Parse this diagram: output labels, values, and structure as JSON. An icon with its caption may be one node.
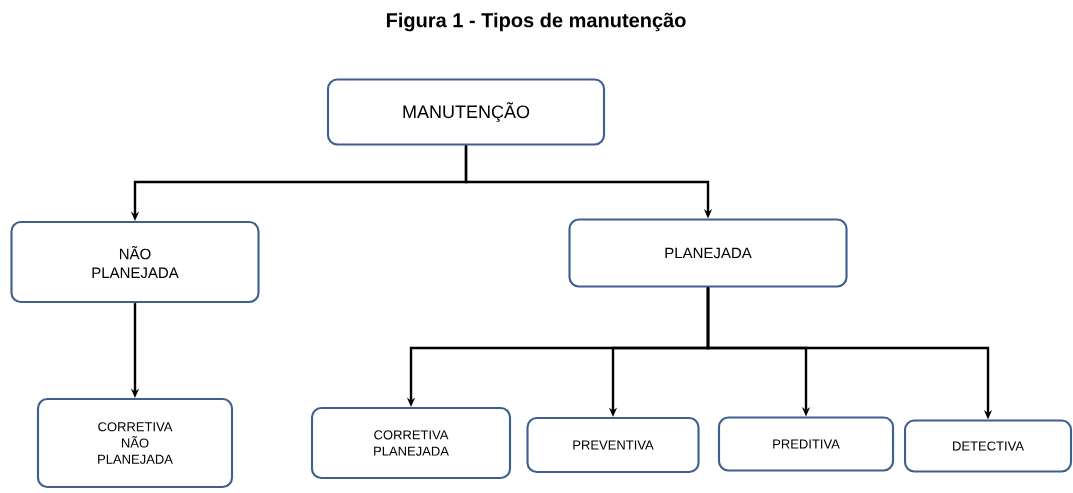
{
  "diagram": {
    "title": "Figura 1 - Tipos de manutenção",
    "nodes": [
      {
        "text": [
          "MANUTENÇÃO"
        ]
      },
      {
        "text": [
          "NÃO PLANEJADA"
        ]
      },
      {
        "text": [
          "PLANEJADA"
        ]
      },
      {
        "text": [
          "CORRETIVA NÃO PLANEJADA"
        ]
      },
      {
        "text": [
          "CORRETIVA PLANEJADA"
        ]
      },
      {
        "text": [
          "PREVENTIVA"
        ]
      },
      {
        "text": [
          "PREDITIVA"
        ]
      },
      {
        "text": [
          "DETECTIVA"
        ]
      }
    ],
    "edges": [
      {
        "from": 0,
        "to": 1,
        "arrow": "to"
      },
      {
        "from": 0,
        "to": 2,
        "arrow": "to"
      },
      {
        "from": 1,
        "to": 3,
        "arrow": "to"
      },
      {
        "from": 2,
        "to": 4,
        "arrow": "to"
      },
      {
        "from": 2,
        "to": 5,
        "arrow": "to"
      },
      {
        "from": 2,
        "to": 6,
        "arrow": "to"
      },
      {
        "from": 2,
        "to": 7,
        "arrow": "to"
      }
    ]
  }
}
